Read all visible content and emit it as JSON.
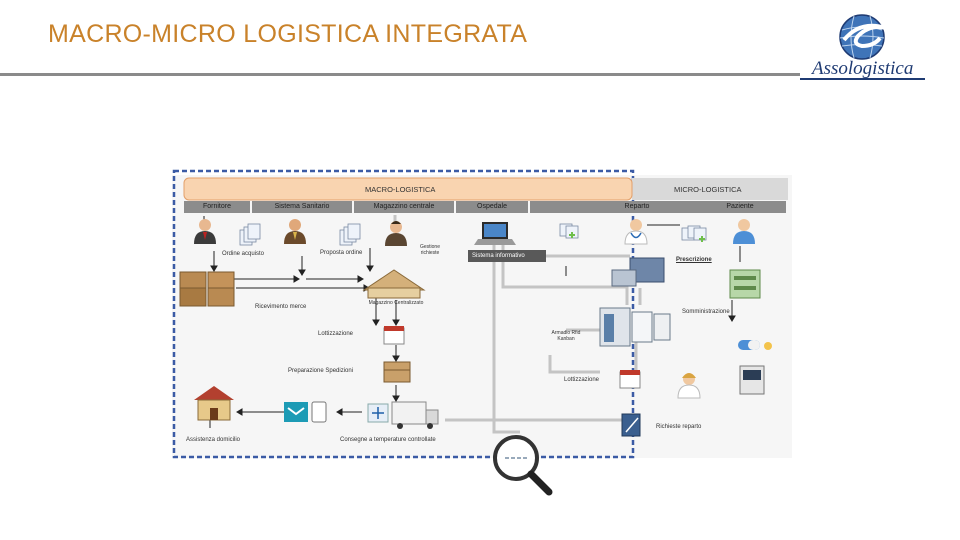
{
  "title": "MACRO-MICRO LOGISTICA INTEGRATA",
  "logo": {
    "text": "Assologistica"
  },
  "colors": {
    "title": "#c9822a",
    "macro_bar": "#f9d4b0",
    "frame_dash": "#3b5ba5",
    "header_gray": "#8c8c8c",
    "logo_blue": "#1f3b73"
  },
  "bars": {
    "macro": "MACRO-LOGISTICA",
    "micro": "MICRO-LOGISTICA"
  },
  "headers": [
    "Fornitore",
    "Sistema Sanitario",
    "Magazzino centrale",
    "Ospedale",
    "Reparto",
    "Paziente"
  ],
  "labels": {
    "ordine_acquisto": "Ordine acquisto",
    "proposta_ordine": "Proposta ordine",
    "gestione_richieste": "Gestione richieste",
    "sistema_informativo": "Sistema informativo",
    "prescrizione": "Prescrizione",
    "ricevimento_merce": "Ricevimento merce",
    "magazzino_centralizzato": "Magazzino Centralizzato",
    "somministrazione": "Somministrazione",
    "lottizzazione_1": "Lottizzazione",
    "armadio_rfid": "Armadio Rfid Kanban",
    "preparazione_spedizioni": "Preparazione Spedizioni",
    "lottizzazione_2": "Lottizzazione",
    "richieste_reparto": "Richieste reparto",
    "assistenza_domicilio": "Assistenza domicilio",
    "consegne_temperature": "Consegne a temperature controllate"
  }
}
